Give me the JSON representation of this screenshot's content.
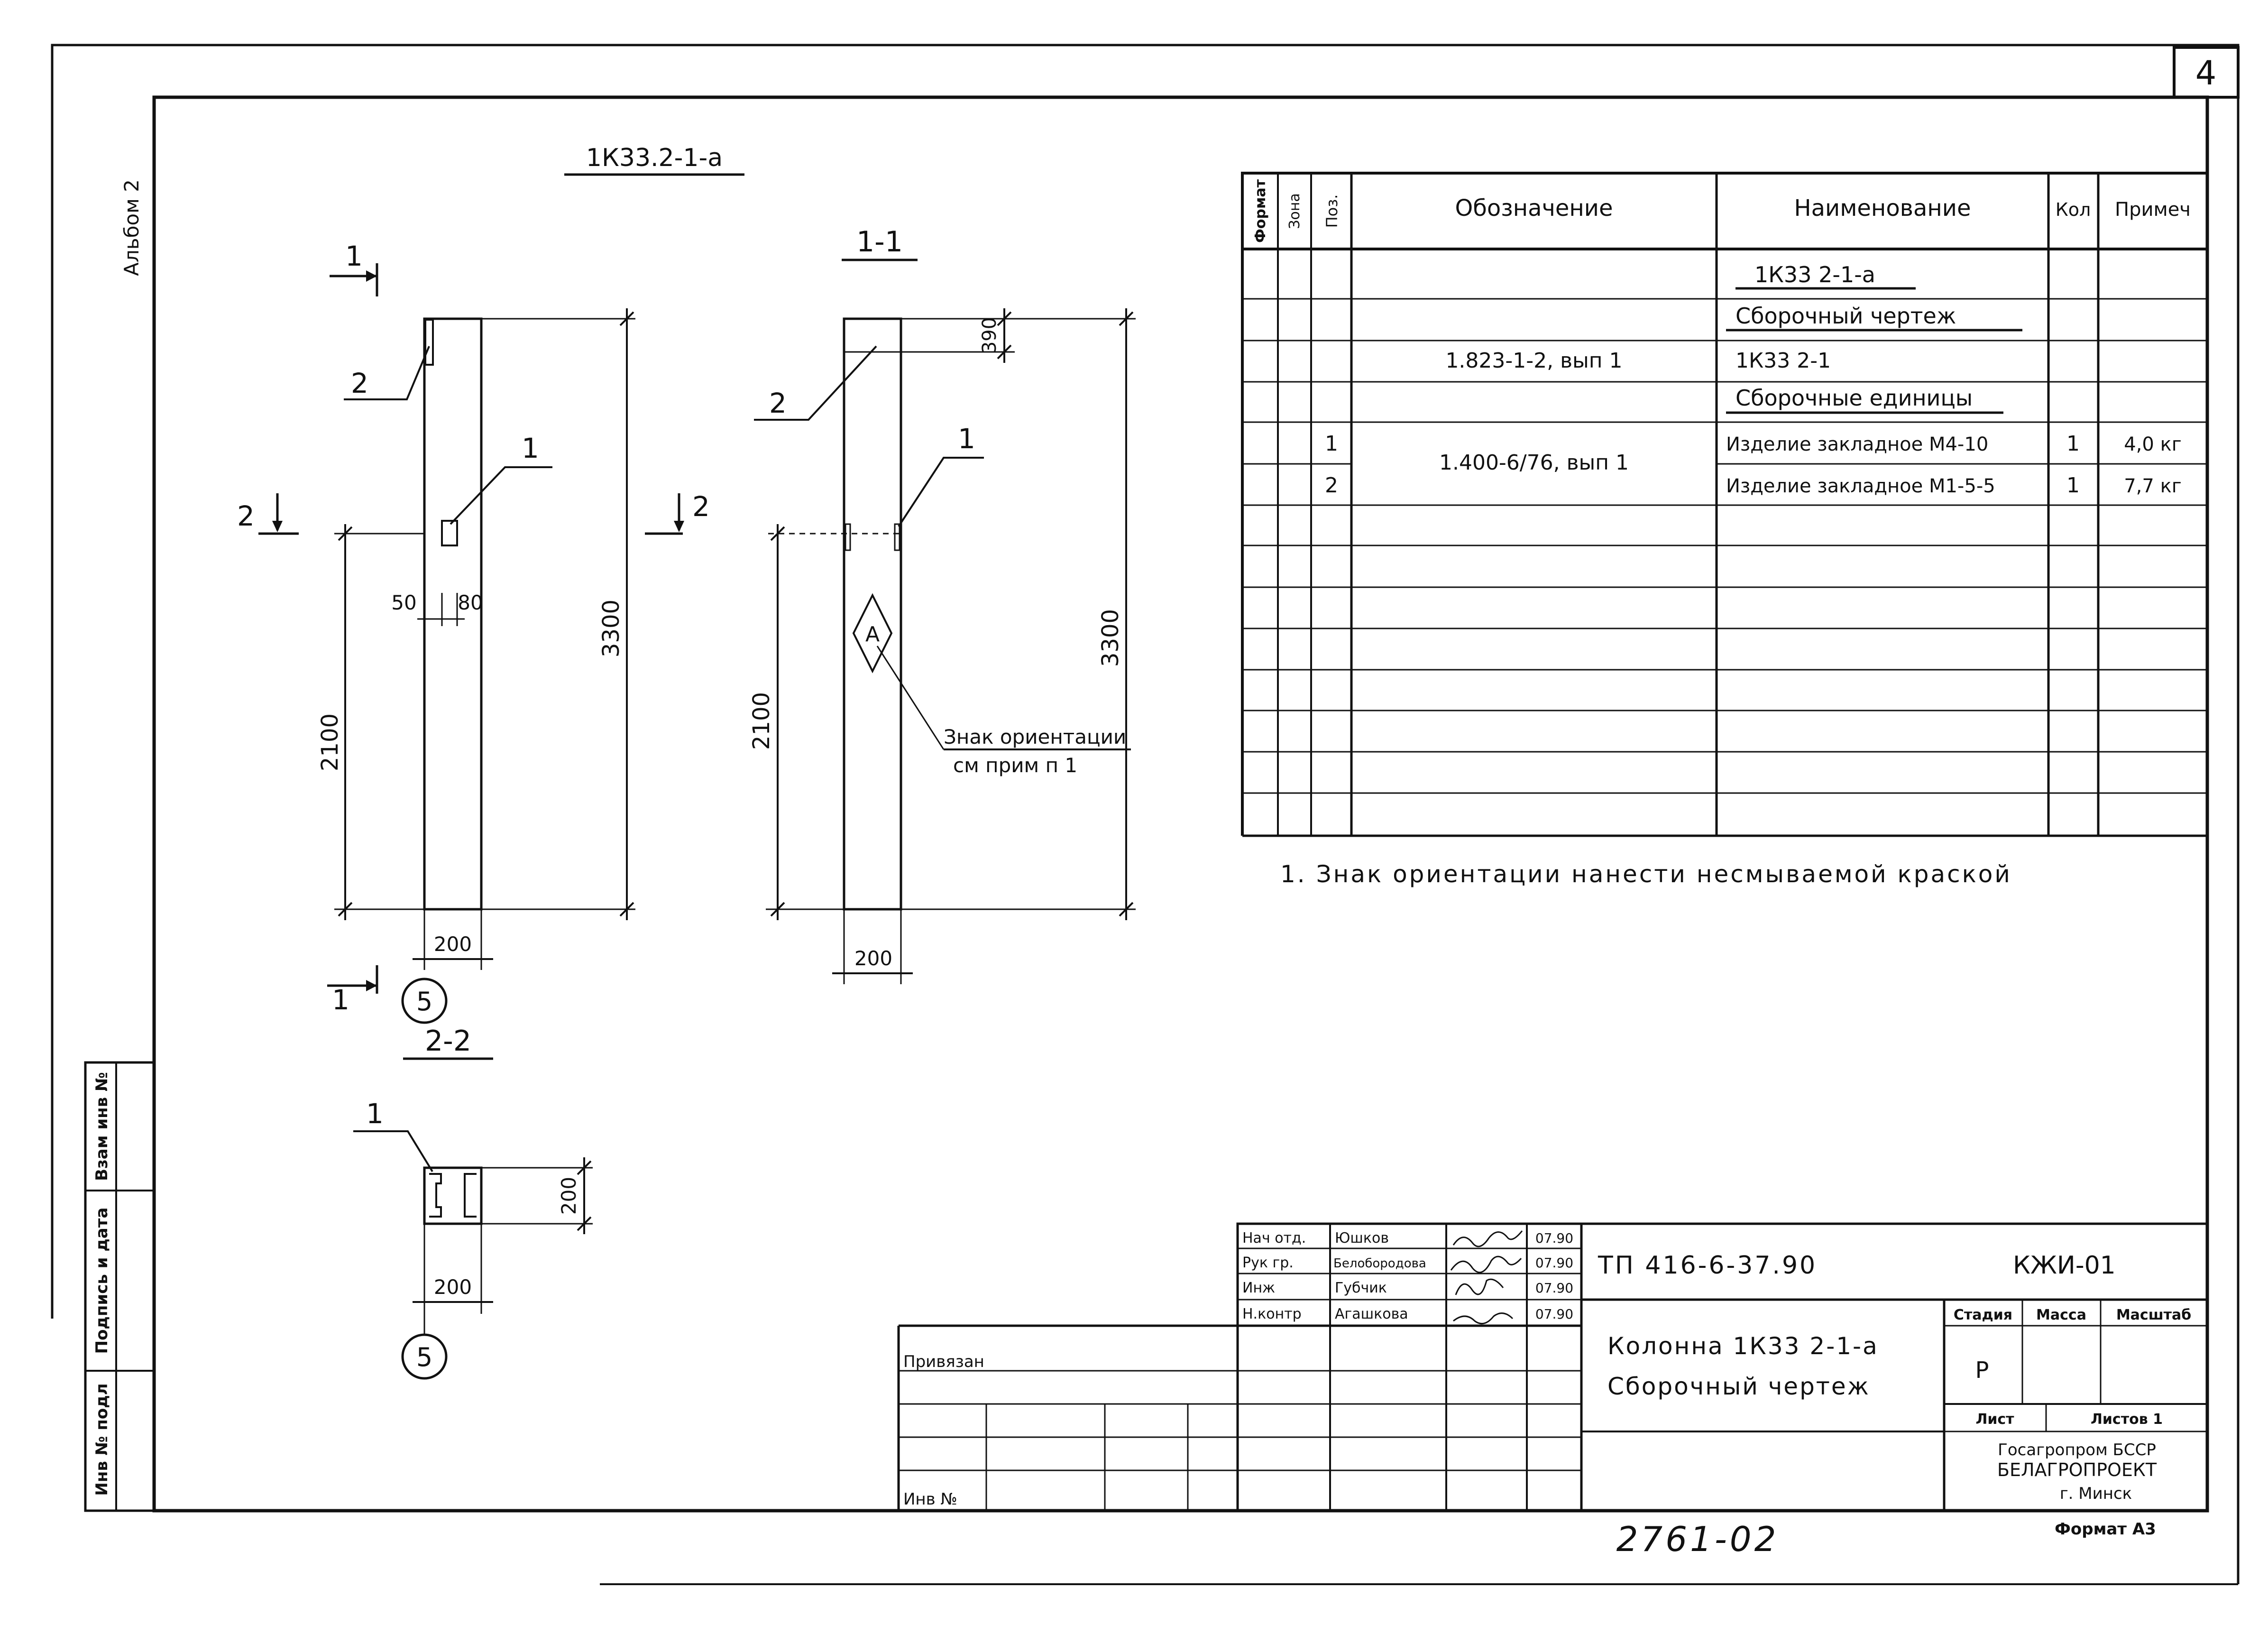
{
  "sheet": {
    "number": "4",
    "album": "Альбом 2",
    "drawing_title": "1К33.2-1-а",
    "section_11": "1-1",
    "section_22": "2-2",
    "section_mark_1": "1",
    "section_mark_2": "2",
    "callout_1": "1",
    "callout_2": "2",
    "ref_circle": "5",
    "orientation_letter": "А",
    "orientation_note_line1": "Знак ориентации",
    "orientation_note_line2": "см прим п 1",
    "dims": {
      "h3300": "3300",
      "h2100": "2100",
      "w200": "200",
      "d50": "50",
      "d80": "80",
      "d390": "390"
    },
    "note": "1. Знак ориентации нанести несмываемой краской",
    "archive_number": "2761-02",
    "format": "Формат А3"
  },
  "spec": {
    "headers": {
      "format": "Формат",
      "zone": "Зона",
      "pos": "Поз.",
      "designation": "Обозначение",
      "name": "Наименование",
      "qty": "Кол",
      "note": "Примеч"
    },
    "rows": [
      {
        "pos": "",
        "designation": "",
        "name": "1К33 2-1-а",
        "qty": "",
        "note": ""
      },
      {
        "pos": "",
        "designation": "",
        "name": "Сборочный чертеж",
        "qty": "",
        "note": ""
      },
      {
        "pos": "",
        "designation": "1.823-1-2, вып 1",
        "name": "1К33 2-1",
        "qty": "",
        "note": ""
      },
      {
        "pos": "",
        "designation": "",
        "name": "Сборочные единицы",
        "qty": "",
        "note": ""
      },
      {
        "pos": "1",
        "designation": "1.400-6/76, вып 1",
        "name": "Изделие закладное М4-10",
        "qty": "1",
        "note": "4,0 кг"
      },
      {
        "pos": "2",
        "designation": "",
        "name": "Изделие закладное М1-5-5",
        "qty": "1",
        "note": "7,7 кг"
      }
    ]
  },
  "stamp": {
    "signers": [
      {
        "role": "Нач отд.",
        "name": "Юшков",
        "date": "07.90"
      },
      {
        "role": "Рук гр.",
        "name": "Белобородова",
        "date": "07.90"
      },
      {
        "role": "Инж",
        "name": "Губчик",
        "date": "07.90"
      },
      {
        "role": "Н.контр",
        "name": "Агашкова",
        "date": "07.90"
      }
    ],
    "project_code": "ТП 416-6-37.90",
    "doc_code": "КЖИ-01",
    "title_line1": "Колонна 1К33 2-1-а",
    "title_line2": "Сборочный чертеж",
    "stage_label": "Стадия",
    "mass_label": "Масса",
    "scale_label": "Масштаб",
    "stage_value": "Р",
    "sheet_label": "Лист",
    "sheets_label": "Листов 1",
    "org_line1": "Госагропром БССР",
    "org_line2": "БЕЛАГРОПРОЕКТ",
    "org_line3": "г. Минск",
    "attached": "Привязан",
    "inv_no": "Инв №"
  },
  "sidebar": {
    "field1": "Взам инв №",
    "field2": "Подпись и дата",
    "field3": "Инв № подл"
  }
}
